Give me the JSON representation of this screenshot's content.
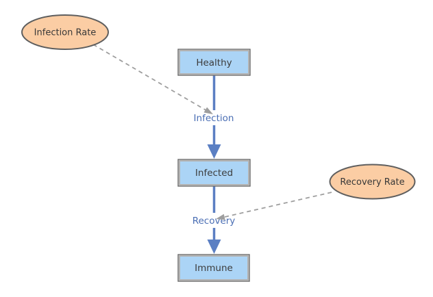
{
  "diagram": {
    "nodes": {
      "healthy": {
        "label": "Healthy"
      },
      "infected": {
        "label": "Infected"
      },
      "immune": {
        "label": "Immune"
      }
    },
    "variables": {
      "infection_rate": {
        "label": "Infection Rate"
      },
      "recovery_rate": {
        "label": "Recovery Rate"
      }
    },
    "flows": {
      "infection": {
        "label": "Infection"
      },
      "recovery": {
        "label": "Recovery"
      }
    },
    "colors": {
      "node_fill": "#abd4f6",
      "node_border_outer": "#666666",
      "node_border_inner": "#b3b3b3",
      "variable_fill": "#fbcda4",
      "variable_border": "#5e5e5e",
      "flow_arrow": "#5b7fc3",
      "flow_label_text": "#4a6eb4",
      "dashed_link": "#9e9e9e",
      "node_label_text": "#3c3c3c",
      "background": "#ffffff"
    }
  }
}
